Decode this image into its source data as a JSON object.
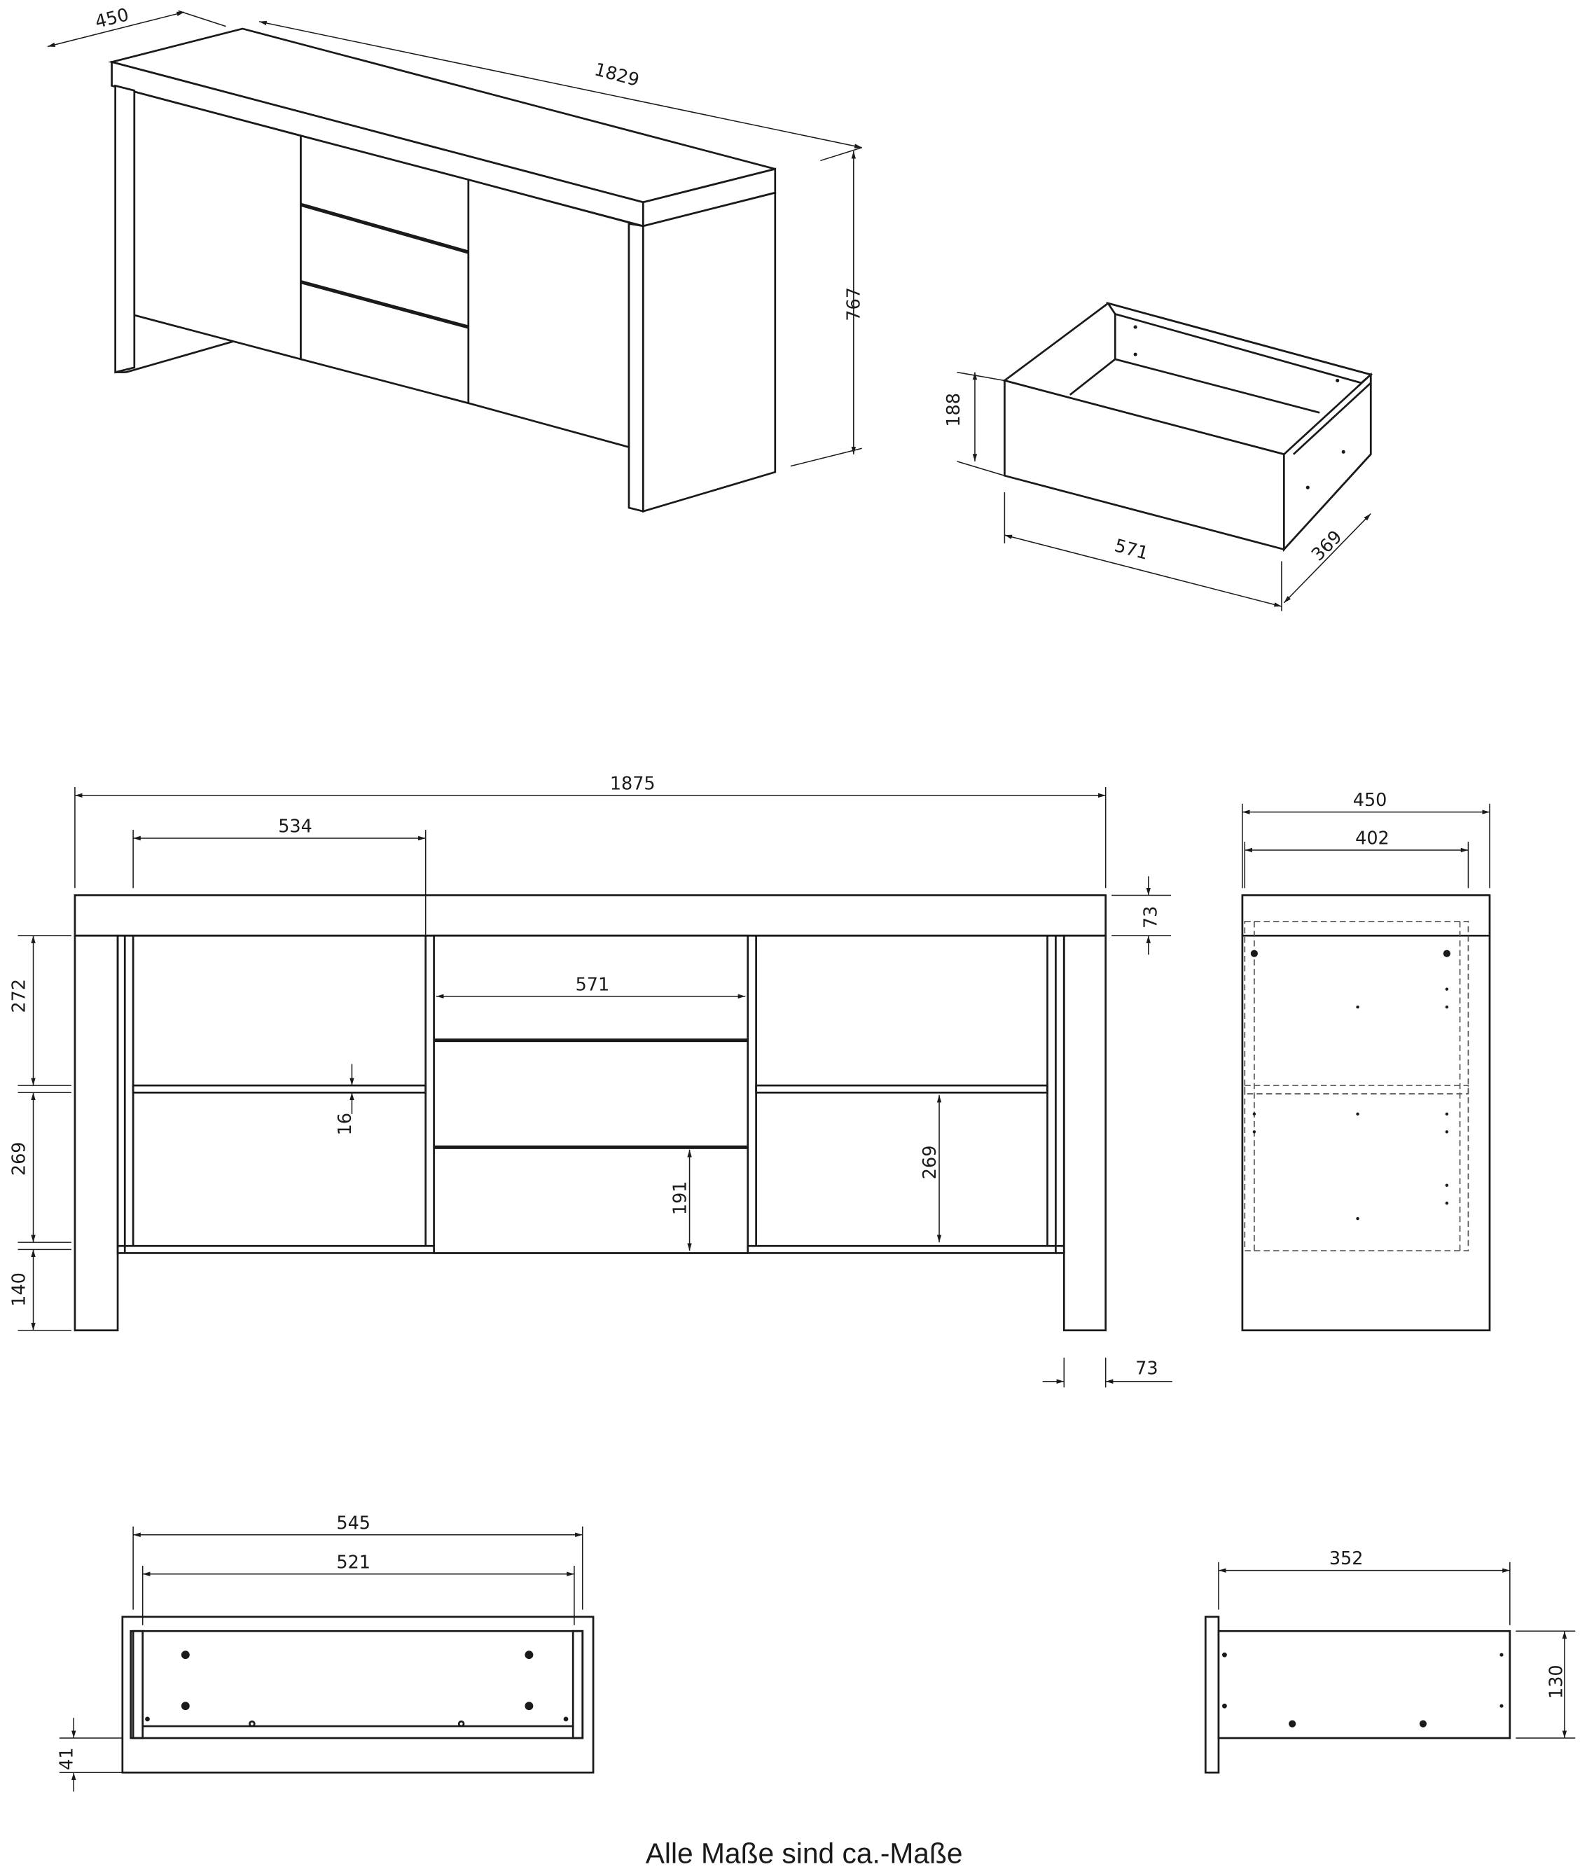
{
  "perspective_cabinet": {
    "depth": "450",
    "width": "1829",
    "height": "767"
  },
  "perspective_drawer": {
    "height": "188",
    "width": "571",
    "depth": "369"
  },
  "front_view": {
    "total_width": "1875",
    "door_width": "534",
    "drawer_width": "571",
    "top_thickness": "73",
    "upper_compartment": "272",
    "lower_compartment": "269",
    "leg_height": "140",
    "shelf_thickness": "16",
    "bottom_drawer": "191",
    "right_compartment": "269",
    "leg_width": "73"
  },
  "side_view": {
    "depth": "450",
    "inner_depth": "402"
  },
  "drawer_front_view": {
    "outer_width": "545",
    "inner_width": "521",
    "bottom": "41"
  },
  "drawer_side_view": {
    "length": "352",
    "height": "130"
  },
  "footer": "Alle Maße sind ca.-Maße"
}
